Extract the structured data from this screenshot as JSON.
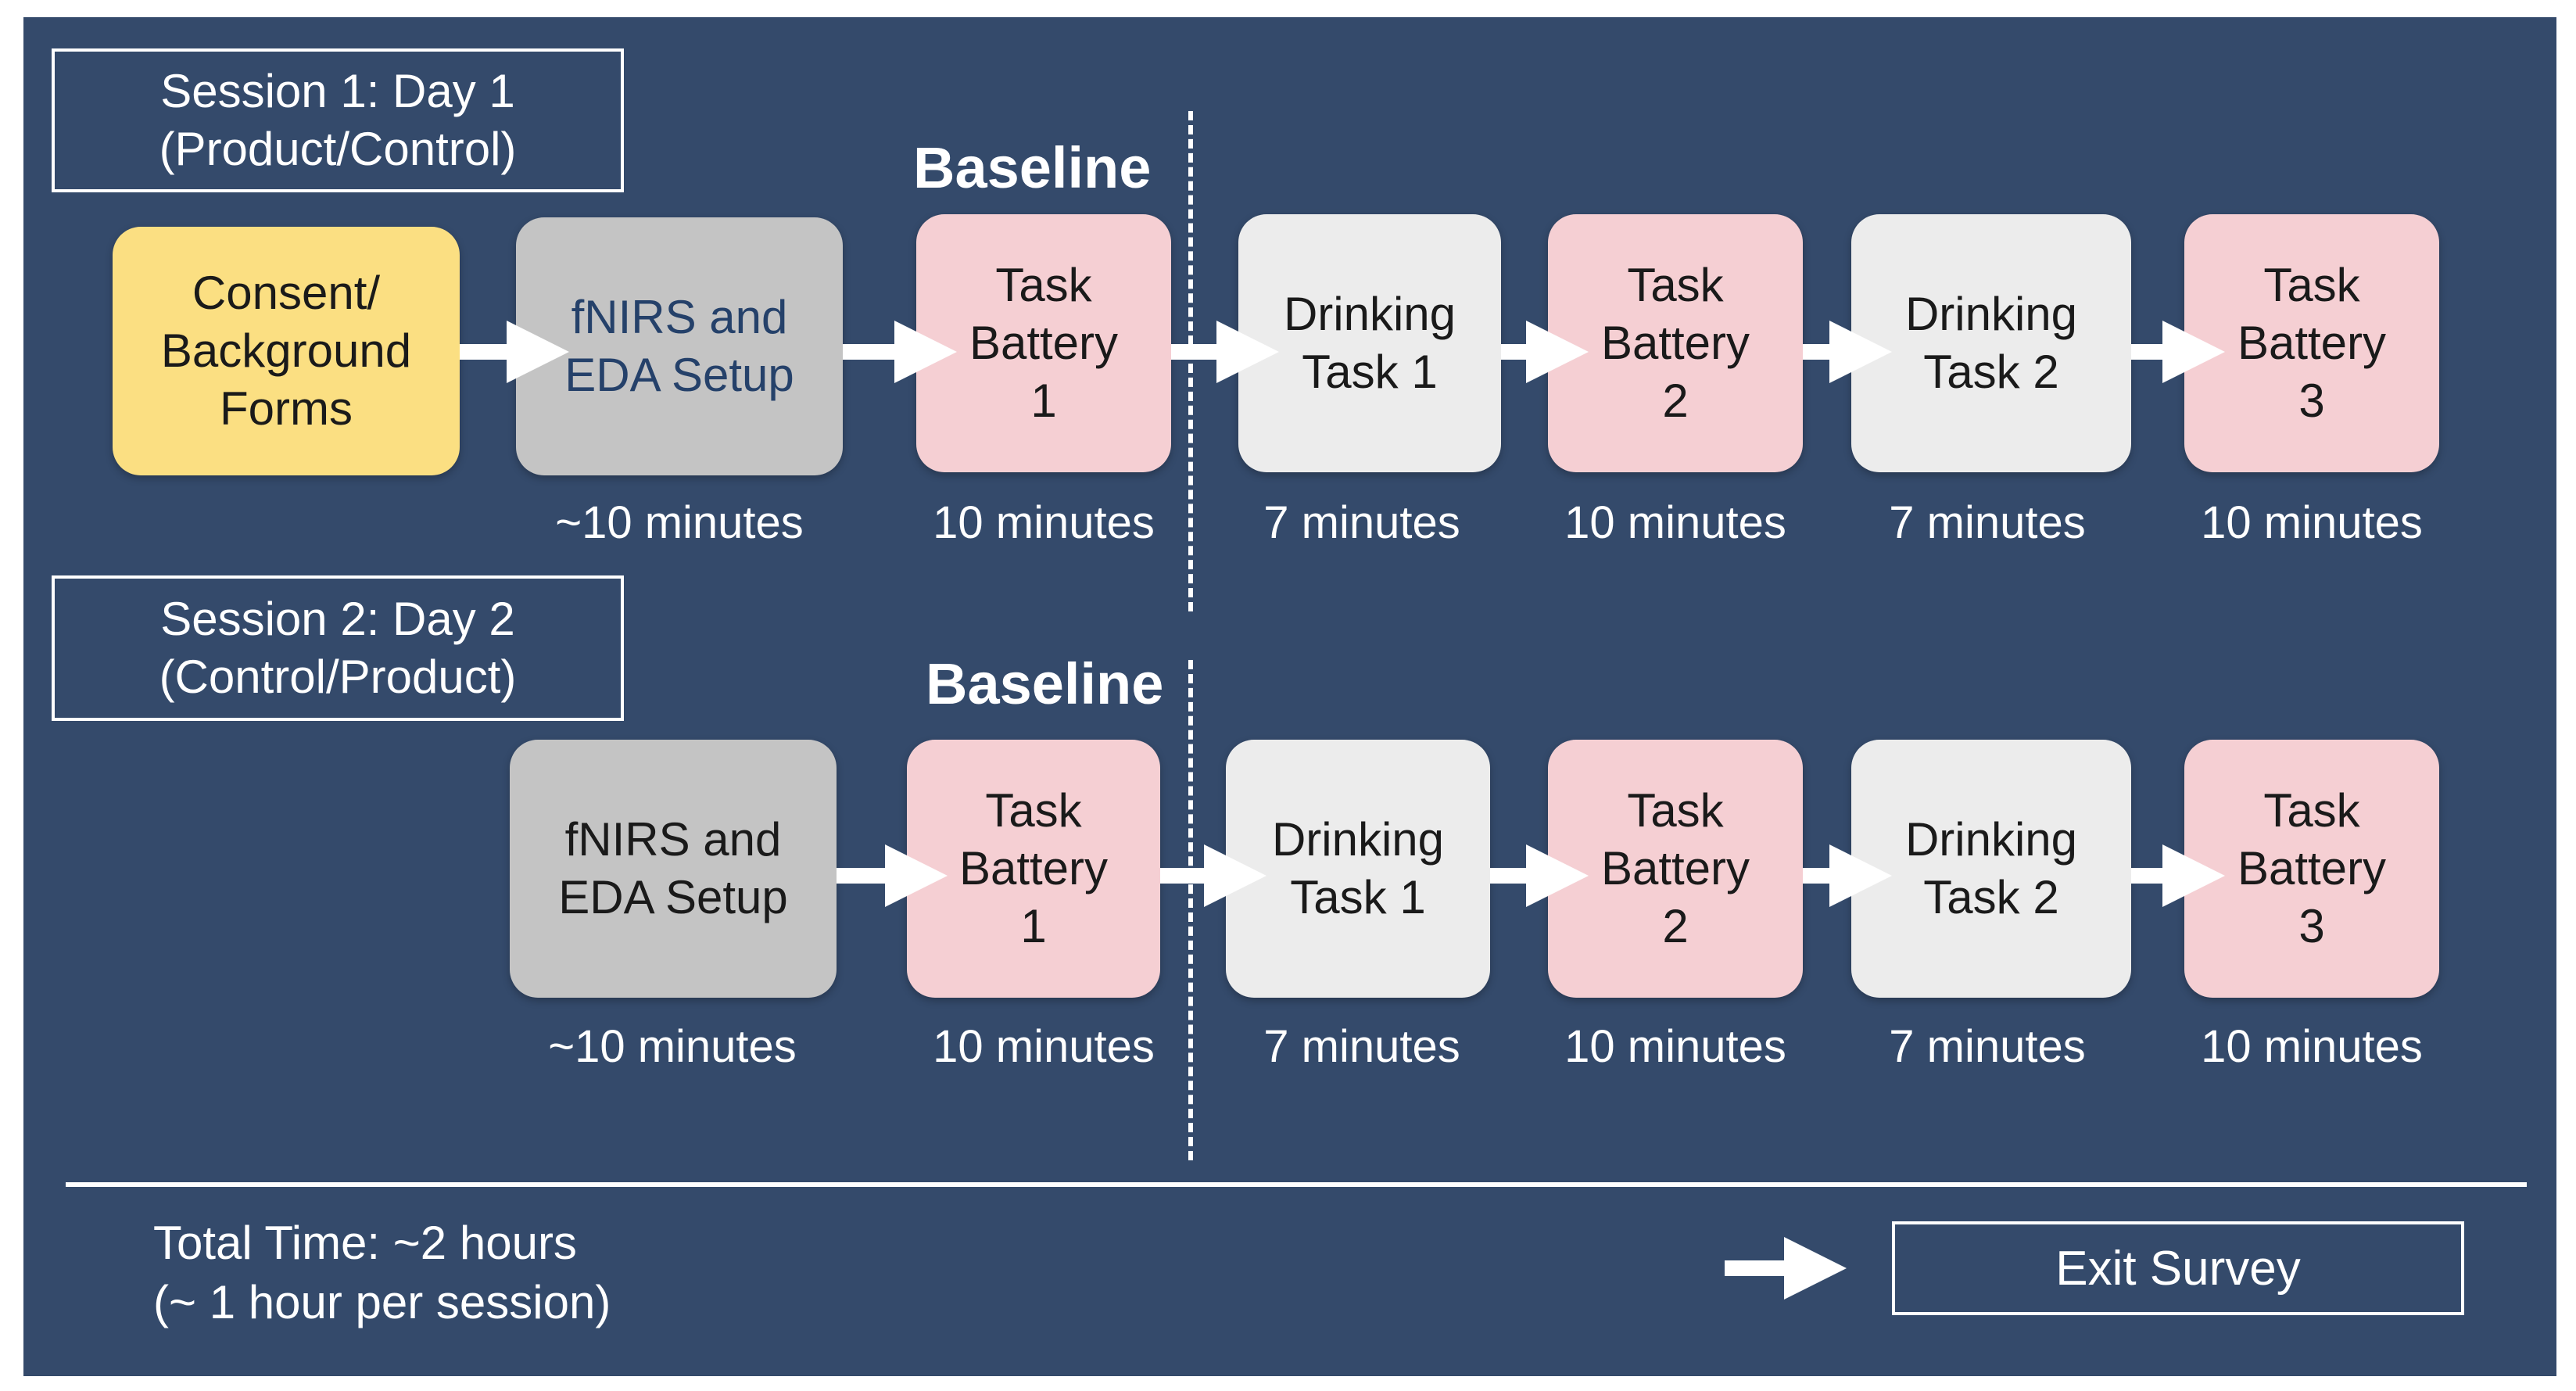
{
  "session1": {
    "label_line1": "Session 1: Day 1",
    "label_line2": "(Product/Control)",
    "baseline": "Baseline",
    "nodes": [
      {
        "lines": [
          "Consent/",
          "Background",
          "Forms"
        ]
      },
      {
        "lines": [
          "fNIRS and",
          "EDA Setup"
        ]
      },
      {
        "lines": [
          "Task",
          "Battery",
          "1"
        ]
      },
      {
        "lines": [
          "Drinking",
          "Task 1"
        ]
      },
      {
        "lines": [
          "Task",
          "Battery",
          "2"
        ]
      },
      {
        "lines": [
          "Drinking",
          "Task 2"
        ]
      },
      {
        "lines": [
          "Task",
          "Battery",
          "3"
        ]
      }
    ],
    "durations": [
      "~10 minutes",
      "10 minutes",
      "7 minutes",
      "10 minutes",
      "7 minutes",
      "10 minutes"
    ]
  },
  "session2": {
    "label_line1": "Session 2: Day 2",
    "label_line2": "(Control/Product)",
    "baseline": "Baseline",
    "nodes": [
      {
        "lines": [
          "fNIRS and",
          "EDA Setup"
        ]
      },
      {
        "lines": [
          "Task",
          "Battery",
          "1"
        ]
      },
      {
        "lines": [
          "Drinking",
          "Task 1"
        ]
      },
      {
        "lines": [
          "Task",
          "Battery",
          "2"
        ]
      },
      {
        "lines": [
          "Drinking",
          "Task 2"
        ]
      },
      {
        "lines": [
          "Task",
          "Battery",
          "3"
        ]
      }
    ],
    "durations": [
      "~10 minutes",
      "10 minutes",
      "7 minutes",
      "10 minutes",
      "7 minutes",
      "10 minutes"
    ]
  },
  "footer": {
    "total_line1": "Total Time: ~2 hours",
    "total_line2": "(~ 1 hour per session)",
    "exit_label": "Exit Survey"
  },
  "colors": {
    "background": "#344a6b",
    "consent": "#fbdf82",
    "setup": "#c4c4c4",
    "task_battery": "#f5cfd3",
    "drinking_task": "#ececec",
    "setup_text_session1": "#25416a"
  }
}
